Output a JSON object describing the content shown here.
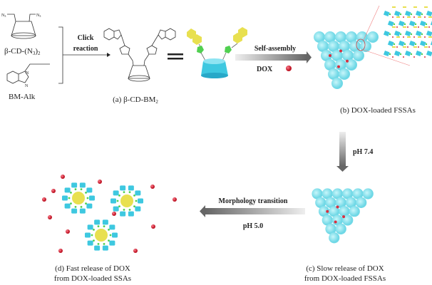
{
  "reactants": {
    "cd_label": "β-CD-(N",
    "cd_sub": "3",
    "cd_close": ")",
    "cd_sub2": "2",
    "n3": "N",
    "n3_sub": "3",
    "bm_label": "BM-Alk",
    "atom_n": "N"
  },
  "reaction": {
    "line1": "Click",
    "line2": "reaction"
  },
  "product": {
    "label": "(a) β-CD-BM",
    "label_sub": "2"
  },
  "step1": {
    "label": "Self-assembly",
    "dox": "DOX"
  },
  "state_b": {
    "label": "(b) DOX-loaded FSSAs"
  },
  "step2": {
    "label": "pH 7.4"
  },
  "state_c": {
    "line1": "(c) Slow release of DOX",
    "line2": "from DOX-loaded FSSAs"
  },
  "step3": {
    "label": "Morphology transition",
    "sub": "pH 5.0"
  },
  "state_d": {
    "line1": "(d) Fast release of DOX",
    "line2": "from DOX-loaded SSAs"
  },
  "colors": {
    "cd": "#3ec8e0",
    "bm": "#e8e050",
    "linker": "#50d050",
    "dox": "#d83040",
    "sphere": "#a8eef4"
  }
}
